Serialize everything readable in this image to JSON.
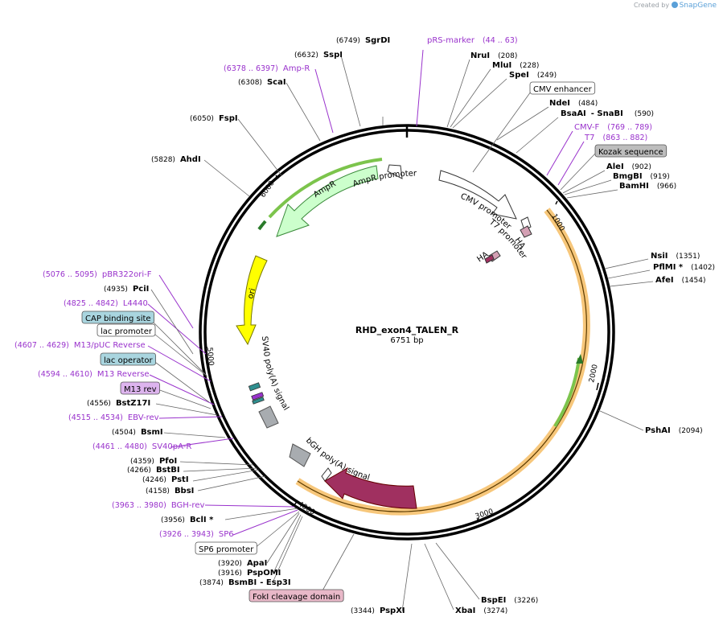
{
  "watermark": {
    "prefix": "Created by",
    "brand": "SnapGene"
  },
  "plasmid": {
    "name": "RHD_exon4_TALEN_R",
    "length_label": "6751 bp"
  },
  "colors": {
    "enzyme": "#000000",
    "primer": "#9932cc",
    "ampr_fill": "#ccffcc",
    "ampr_stroke": "#3a8a3a",
    "ori_fill": "#ffff00",
    "cds_fill": "#a03060",
    "talen_band": "#f7c77b",
    "feature_grey": "#a8acb0",
    "ha_fill": "#d4a0b4",
    "promoter_fill": "#ffffff",
    "label_blue": "#a9d5df",
    "label_grey": "#bdbdbd",
    "label_purple": "#ddb4ee",
    "label_pink": "#e8b8c8"
  },
  "ticks": [
    "1000",
    "2000",
    "3000",
    "4000",
    "5000",
    "6000"
  ],
  "features_on_map": [
    {
      "id": "ampr_promoter",
      "label": "AmpR promoter"
    },
    {
      "id": "ampr",
      "label": "AmpR"
    },
    {
      "id": "ori",
      "label": "ori"
    },
    {
      "id": "sv40",
      "label": "SV40 poly(A) signal"
    },
    {
      "id": "bgh",
      "label": "bGH poly(A) signal"
    },
    {
      "id": "cmv_promoter",
      "label": "CMV promoter"
    },
    {
      "id": "t7_promoter",
      "label": "T7 promoter"
    },
    {
      "id": "ha1",
      "label": "HA"
    },
    {
      "id": "ha2",
      "label": "HA"
    }
  ],
  "labels": [
    {
      "id": "sgrdi",
      "kind": "enzyme",
      "pos": "(6749)",
      "name": "SgrDI"
    },
    {
      "id": "pRS-marker",
      "kind": "primer",
      "name": "pRS-marker",
      "range": "(44 .. 63)"
    },
    {
      "id": "nrui",
      "kind": "enzyme",
      "name": "NruI",
      "pos": "(208)"
    },
    {
      "id": "mlui",
      "kind": "enzyme",
      "name": "MluI",
      "pos": "(228)"
    },
    {
      "id": "spei",
      "kind": "enzyme",
      "name": "SpeI",
      "pos": "(249)"
    },
    {
      "id": "cmv-enhancer",
      "kind": "box",
      "name": "CMV enhancer"
    },
    {
      "id": "ndei",
      "kind": "enzyme",
      "name": "NdeI",
      "pos": "(484)"
    },
    {
      "id": "bsaai",
      "kind": "enzyme",
      "name": "BsaAI",
      "extra": "- SnaBI",
      "pos": "(590)"
    },
    {
      "id": "cmv-f",
      "kind": "primer",
      "name": "CMV-F",
      "range": "(769 .. 789)"
    },
    {
      "id": "t7",
      "kind": "primer",
      "name": "T7",
      "range": "(863 .. 882)"
    },
    {
      "id": "kozak",
      "kind": "box",
      "name": "Kozak sequence"
    },
    {
      "id": "alei",
      "kind": "enzyme",
      "name": "AleI",
      "pos": "(902)"
    },
    {
      "id": "bmgbi",
      "kind": "enzyme",
      "name": "BmgBI",
      "pos": "(919)"
    },
    {
      "id": "bamhi",
      "kind": "enzyme",
      "name": "BamHI",
      "pos": "(966)"
    },
    {
      "id": "nsii",
      "kind": "enzyme",
      "name": "NsiI",
      "pos": "(1351)"
    },
    {
      "id": "pflmi",
      "kind": "enzyme",
      "name": "PflMI *",
      "pos": "(1402)"
    },
    {
      "id": "afei",
      "kind": "enzyme",
      "name": "AfeI",
      "pos": "(1454)"
    },
    {
      "id": "pshai",
      "kind": "enzyme",
      "name": "PshAI",
      "pos": "(2094)"
    },
    {
      "id": "bspei",
      "kind": "enzyme",
      "name": "BspEI",
      "pos": "(3226)"
    },
    {
      "id": "xbai",
      "kind": "enzyme",
      "name": "XbaI",
      "pos": "(3274)"
    },
    {
      "id": "pspxi",
      "kind": "enzyme",
      "pos": "(3344)",
      "name": "PspXI"
    },
    {
      "id": "foki",
      "kind": "box",
      "name": "FokI cleavage domain"
    },
    {
      "id": "bsmbi",
      "kind": "enzyme",
      "pos": "(3874)",
      "name": "BsmBI",
      "extra": "- Esp3I"
    },
    {
      "id": "pspomi",
      "kind": "enzyme",
      "pos": "(3916)",
      "name": "PspOMI"
    },
    {
      "id": "apai",
      "kind": "enzyme",
      "pos": "(3920)",
      "name": "ApaI"
    },
    {
      "id": "sp6-promoter",
      "kind": "box",
      "name": "SP6 promoter"
    },
    {
      "id": "sp6",
      "kind": "primer",
      "range": "(3926 .. 3943)",
      "name": "SP6"
    },
    {
      "id": "bcli",
      "kind": "enzyme",
      "pos": "(3956)",
      "name": "BclI *"
    },
    {
      "id": "bgh-rev",
      "kind": "primer",
      "range": "(3963 .. 3980)",
      "name": "BGH-rev"
    },
    {
      "id": "bbsi",
      "kind": "enzyme",
      "pos": "(4158)",
      "name": "BbsI"
    },
    {
      "id": "psti",
      "kind": "enzyme",
      "pos": "(4246)",
      "name": "PstI"
    },
    {
      "id": "bstbi",
      "kind": "enzyme",
      "pos": "(4266)",
      "name": "BstBI"
    },
    {
      "id": "pfoi",
      "kind": "enzyme",
      "pos": "(4359)",
      "name": "PfoI"
    },
    {
      "id": "sv40pa-r",
      "kind": "primer",
      "range": "(4461 .. 4480)",
      "name": "SV40pA-R"
    },
    {
      "id": "bsmi",
      "kind": "enzyme",
      "pos": "(4504)",
      "name": "BsmI"
    },
    {
      "id": "ebv-rev",
      "kind": "primer",
      "range": "(4515 .. 4534)",
      "name": "EBV-rev"
    },
    {
      "id": "bstz17i",
      "kind": "enzyme",
      "pos": "(4556)",
      "name": "BstZ17I"
    },
    {
      "id": "m13-rev",
      "kind": "box",
      "name": "M13 rev"
    },
    {
      "id": "m13-reverse",
      "kind": "primer",
      "range": "(4594 .. 4610)",
      "name": "M13 Reverse"
    },
    {
      "id": "lac-operator",
      "kind": "box",
      "name": "lac operator"
    },
    {
      "id": "m13-puc-reverse",
      "kind": "primer",
      "range": "(4607 .. 4629)",
      "name": "M13/pUC Reverse"
    },
    {
      "id": "lac-promoter",
      "kind": "box",
      "name": "lac promoter"
    },
    {
      "id": "cap-site",
      "kind": "box",
      "name": "CAP binding site"
    },
    {
      "id": "l4440",
      "kind": "primer",
      "range": "(4825 .. 4842)",
      "name": "L4440"
    },
    {
      "id": "pcii",
      "kind": "enzyme",
      "pos": "(4935)",
      "name": "PciI"
    },
    {
      "id": "pbr322ori-f",
      "kind": "primer",
      "range": "(5076 .. 5095)",
      "name": "pBR322ori-F"
    },
    {
      "id": "ahdi",
      "kind": "enzyme",
      "pos": "(5828)",
      "name": "AhdI"
    },
    {
      "id": "fspi",
      "kind": "enzyme",
      "pos": "(6050)",
      "name": "FspI"
    },
    {
      "id": "scai",
      "kind": "enzyme",
      "pos": "(6308)",
      "name": "ScaI"
    },
    {
      "id": "amp-r",
      "kind": "primer",
      "range": "(6378 .. 6397)",
      "name": "Amp-R"
    },
    {
      "id": "sspi",
      "kind": "enzyme",
      "pos": "(6632)",
      "name": "SspI"
    }
  ]
}
